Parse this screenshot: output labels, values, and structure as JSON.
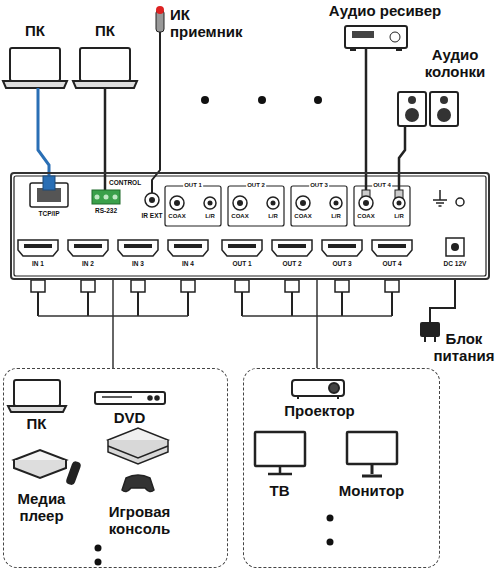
{
  "diagram": {
    "nodes": [
      {
        "text": [
          "TCP/IP",
          "CONTROL",
          "RS-232",
          "IR EXT",
          "OUT 1",
          "COAX",
          "L/R",
          "OUT 2",
          "COAX",
          "L/R",
          "OUT 3",
          "COAX",
          "L/R",
          "OUT 4",
          "COAX",
          "L/R",
          "IN 1",
          "IN 2",
          "IN 3",
          "IN 4",
          "OUT 1",
          "OUT 2",
          "OUT 3",
          "OUT 4",
          "DC 12V"
        ]
      },
      {
        "text": [
          "ПК",
          "DVD",
          "Медиа плеер",
          "Игровая консоль"
        ]
      },
      {
        "text": [
          "Проектор",
          "ТВ",
          "Монитор"
        ]
      }
    ],
    "edges": [
      {
        "from": 1,
        "to": 0,
        "arrow": "none"
      },
      {
        "from": 0,
        "to": 2,
        "arrow": "none"
      }
    ],
    "labels": [
      "ПК",
      "ПК",
      "ИК приемник",
      "Аудио ресивер",
      "Аудио колонки",
      "Блок питания"
    ]
  }
}
